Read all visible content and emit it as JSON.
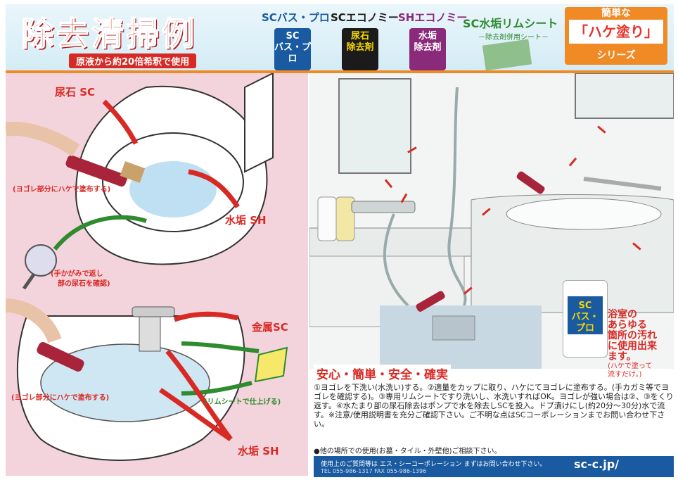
{
  "header": {
    "title": "除去清掃例",
    "subtitle": "原液から約20倍希釈で使用"
  },
  "products": [
    {
      "name": "SCバス・プロ",
      "bottle_label": "SC\nバス・プロ",
      "color": "#1a5aa0"
    },
    {
      "name": "SCエコノミー",
      "bottle_label": "尿石\n除去剤",
      "color": "#1b1b1b"
    },
    {
      "name": "SHエコノミー",
      "bottle_label": "水垢\n除去剤",
      "color": "#8a2a7a"
    }
  ],
  "rimsheet": {
    "name": "SC水垢リムシート",
    "sub": "－除去剤併用シート－"
  },
  "series": {
    "line1": "簡単な",
    "line2": "「ハケ塗り」",
    "line3": "シリーズ"
  },
  "toilet_labels": {
    "nyoseki": "尿石 SC",
    "brush_note": "(ヨゴレ部分にハケで塗布する)",
    "mizuaka": "水垢 SH",
    "mirror_note_1": "(手かがみで返し",
    "mirror_note_2": "部の尿石を確認)"
  },
  "sink_labels": {
    "kinzoku": "金属SC",
    "brush_note": "(ヨゴレ部分にハケで塗布する)",
    "rimsheet_note": "(リムシートで仕上げる)",
    "mizuaka": "水垢 SH"
  },
  "bath_product": {
    "bottle_title": "SC\nバス・プロ",
    "headline": "浴室の\nあらゆる\n箇所の汚れ\nに使用出来\nます。",
    "note": "(ハケで塗って\n流すだけ。)"
  },
  "safety_title": "安心・簡単・安全・確実",
  "instructions": "①ヨゴレを下洗い(水洗い)する。②適量をカップに取り、ハケにてヨゴレに塗布する。(手カガミ等でヨゴレを確認する)。③専用リムシートですり洗いし、水洗いすればOK。ヨゴレが強い場合は②、③をくり返す。④水たまり部の尿石除去はポンプで水を除去しSCを投入。ドブ漬けにし(約20分～30分)水で流す。※注意/使用説明書を充分ご確認下さい。ご不明な点はSCコーポレーションまでお問い合わせ下さい。",
  "other_use": "●他の場所での使用(お墓・タイル・外壁他)ご相談下さい。",
  "footer": {
    "line1": "使用上のご質問等は エス・シーコーポレーション まずはお問い合わせ下さい。",
    "tel": "TEL 055-986-1317  FAX 055-986-1396",
    "url": "sc-c.jp/"
  },
  "colors": {
    "red": "#d82a25",
    "orange": "#f08a24",
    "pink_panel": "#f4d4dc",
    "blue_footer": "#1a5aa0",
    "green": "#2e8b2e"
  }
}
